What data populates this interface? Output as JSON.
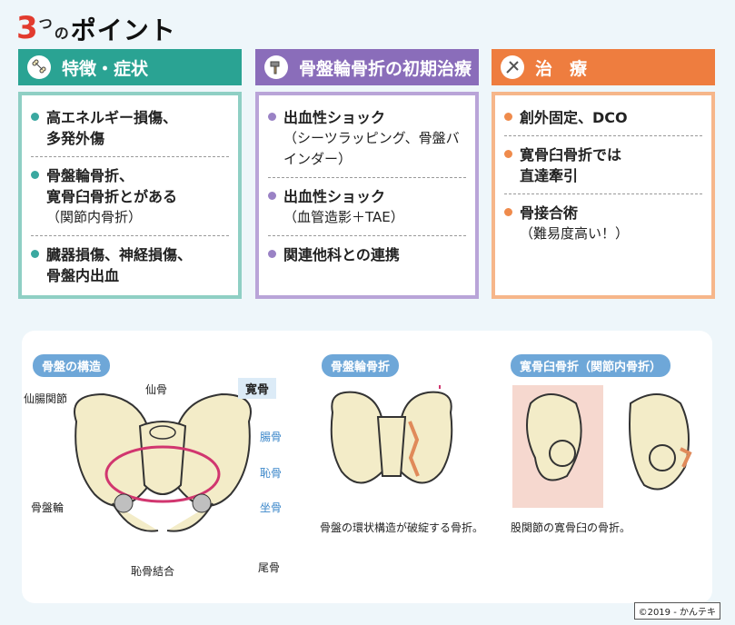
{
  "title": {
    "num": "3",
    "sup": "つ",
    "no": "の",
    "word": "ポイント"
  },
  "columns": [
    {
      "header": "特徴・症状",
      "icon": "bone-icon",
      "items": [
        {
          "lines": [
            "高エネルギー損傷、",
            "多発外傷"
          ],
          "sub": ""
        },
        {
          "lines": [
            "骨盤輪骨折、",
            "寛骨臼骨折とがある"
          ],
          "sub": "（関節内骨折）"
        },
        {
          "lines": [
            "臓器損傷、神経損傷、",
            "骨盤内出血"
          ],
          "sub": ""
        }
      ]
    },
    {
      "header": "骨盤輪骨折の初期治療",
      "icon": "hammer-icon",
      "items": [
        {
          "lines": [
            "出血性ショック"
          ],
          "sub": "（シーツラッピング、骨盤バインダー）"
        },
        {
          "lines": [
            "出血性ショック"
          ],
          "sub": "（血管造影＋TAE）"
        },
        {
          "lines": [
            "関連他科との連携"
          ],
          "sub": ""
        }
      ]
    },
    {
      "header": "治　療",
      "icon": "tools-icon",
      "items": [
        {
          "lines": [
            "創外固定、DCO"
          ],
          "sub": ""
        },
        {
          "lines": [
            "寛骨臼骨折では",
            "直達牽引"
          ],
          "sub": ""
        },
        {
          "lines": [
            "骨接合術"
          ],
          "sub": "（難易度高い！）"
        }
      ]
    }
  ],
  "figure": {
    "pelvis_title": "骨盤の構造",
    "labels": {
      "sacroiliac": "仙腸関節",
      "sacrum": "仙骨",
      "hip_bone": "寛骨",
      "ilium": "腸骨",
      "pubis": "恥骨",
      "ischium": "坐骨",
      "pelvic_ring": "骨盤輪",
      "symphysis": "恥骨結合",
      "coccyx": "尾骨"
    },
    "ring_title": "骨盤輪骨折",
    "ring_caption": "骨盤の環状構造が破綻する骨折。",
    "acet_title": "寛骨臼骨折（関節内骨折）",
    "acet_caption": "股関節の寛骨臼の骨折。"
  },
  "copyright": "©2019 - かんテキ",
  "colors": {
    "teal": "#2aa393",
    "purple": "#8a6dba",
    "orange": "#ee7d3f",
    "blue_pill": "#6ea7d8",
    "red": "#e23b2e"
  }
}
